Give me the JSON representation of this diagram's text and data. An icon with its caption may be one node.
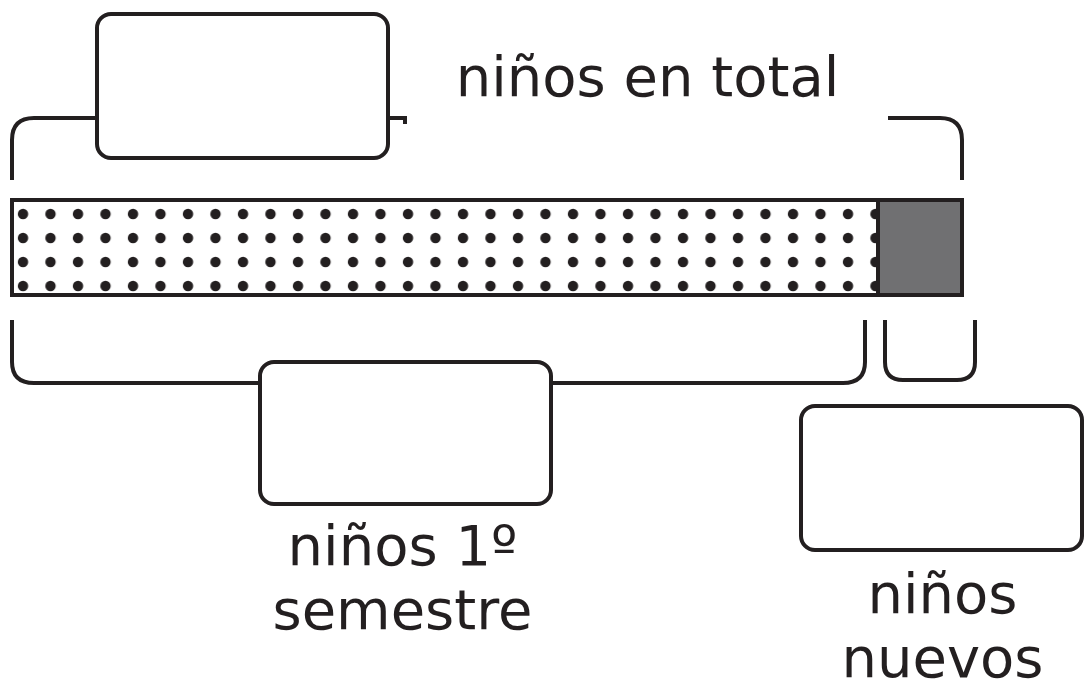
{
  "diagram": {
    "nodes": [
      {
        "text": [],
        "shape": "box",
        "beside": [
          "niños en total"
        ]
      },
      {
        "text": [],
        "shape": "box",
        "beside": [
          "niños 1º semestre"
        ]
      },
      {
        "text": [],
        "shape": "box",
        "beside": [
          "niños nuevos"
        ]
      }
    ]
  }
}
